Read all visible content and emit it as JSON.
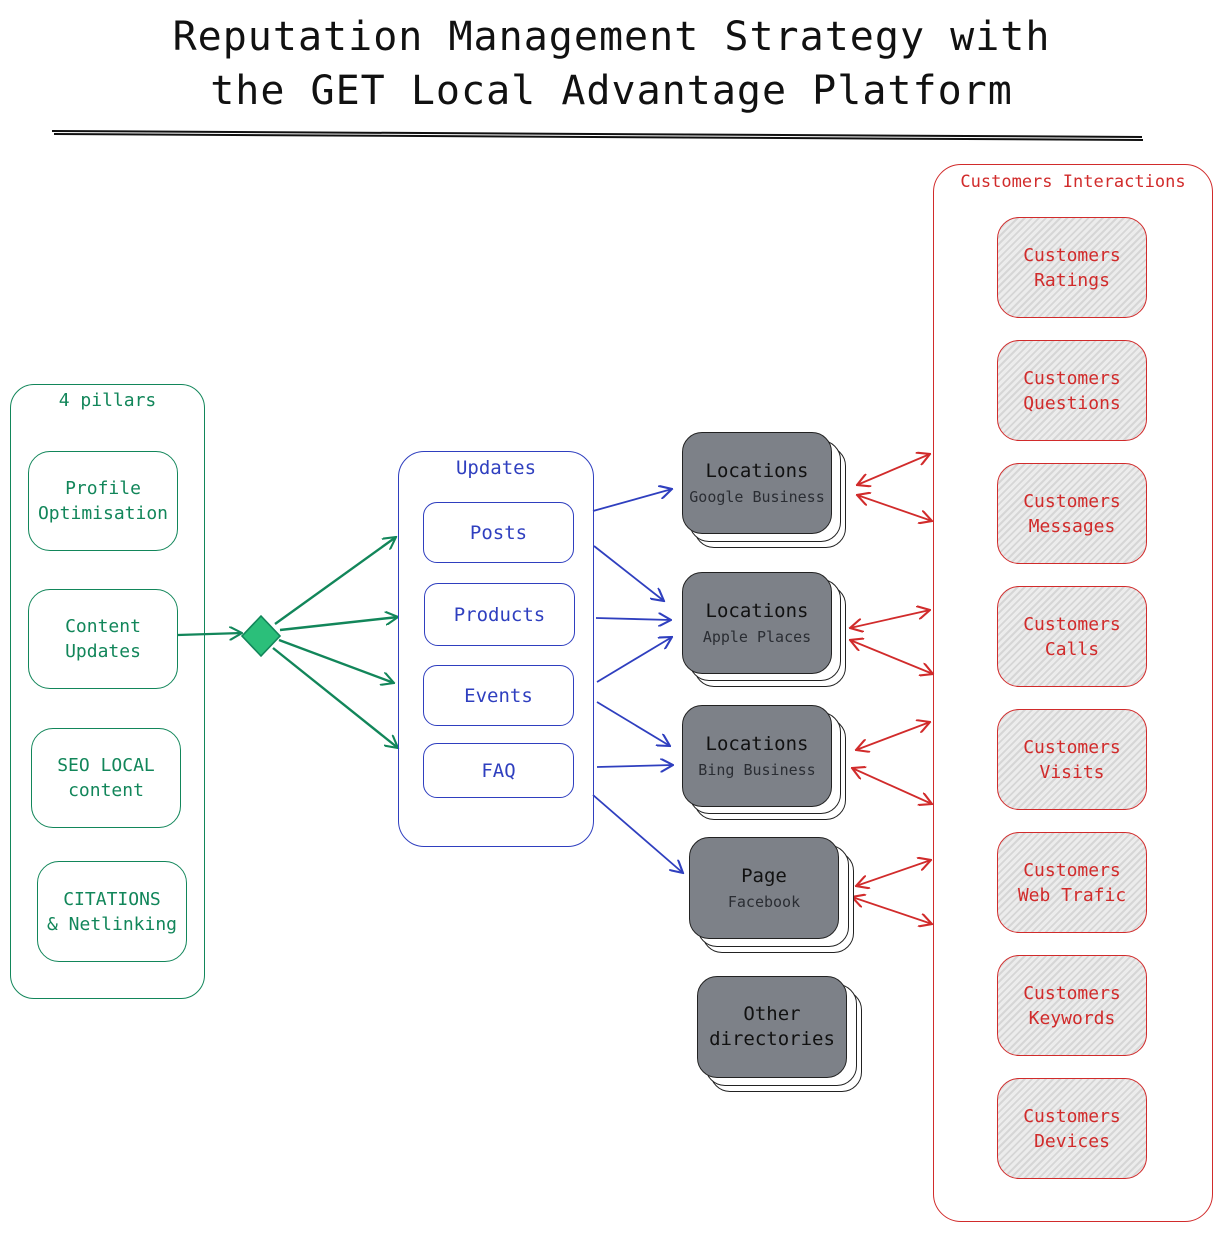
{
  "title": {
    "line1": "Reputation Management Strategy with",
    "line2": "the GET Local Advantage Platform"
  },
  "pillars": {
    "label": "4 pillars",
    "items": [
      {
        "line1": "Profile",
        "line2": "Optimisation"
      },
      {
        "line1": "Content",
        "line2": "Updates"
      },
      {
        "line1": "SEO LOCAL",
        "line2": "content"
      },
      {
        "line1": "CITATIONS",
        "line2": "& Netlinking"
      }
    ]
  },
  "updates": {
    "label": "Updates",
    "items": [
      "Posts",
      "Products",
      "Events",
      "FAQ"
    ]
  },
  "directories": [
    {
      "main": "Locations",
      "sub": "Google Business"
    },
    {
      "main": "Locations",
      "sub": "Apple Places"
    },
    {
      "main": "Locations",
      "sub": "Bing Business"
    },
    {
      "main": "Page",
      "sub": "Facebook"
    },
    {
      "main": "Other directories",
      "sub": ""
    }
  ],
  "interactions": {
    "label": "Customers Interactions",
    "items": [
      {
        "line1": "Customers",
        "line2": "Ratings"
      },
      {
        "line1": "Customers",
        "line2": "Questions"
      },
      {
        "line1": "Customers",
        "line2": "Messages"
      },
      {
        "line1": "Customers",
        "line2": "Calls"
      },
      {
        "line1": "Customers",
        "line2": "Visits"
      },
      {
        "line1": "Customers",
        "line2": "Web Trafic"
      },
      {
        "line1": "Customers",
        "line2": "Keywords"
      },
      {
        "line1": "Customers",
        "line2": "Devices"
      }
    ]
  },
  "colors": {
    "pillars": "#12865a",
    "updates": "#2f3fbf",
    "interactions": "#d12b2b",
    "directories_fill": "#7d8188",
    "junction": "#2bbf7a"
  }
}
